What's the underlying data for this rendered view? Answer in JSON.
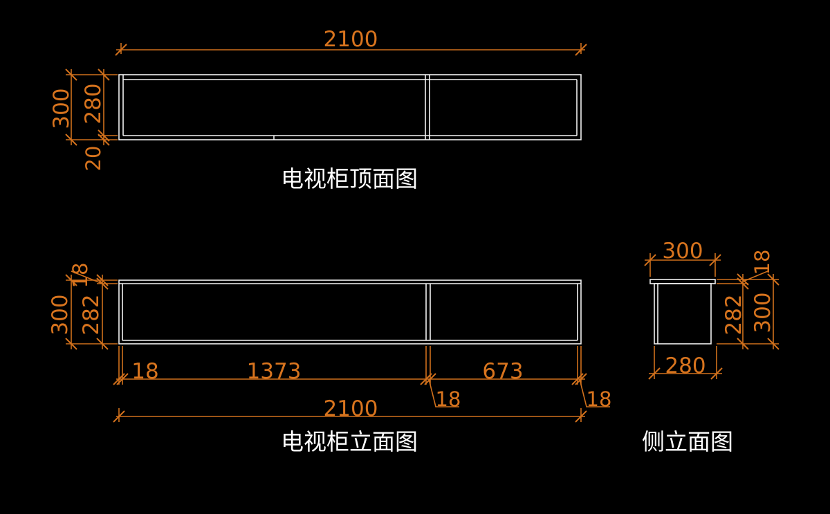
{
  "colors": {
    "background": "#000000",
    "dimension": "#d0701c",
    "outline": "#f2f2f2",
    "caption": "#ffffff"
  },
  "top_view": {
    "caption": "电视柜顶面图",
    "width": "2100",
    "depth_total": "300",
    "depth_inner": "280",
    "back_panel": "20"
  },
  "front_view": {
    "caption": "电视柜立面图",
    "height_total": "300",
    "height_inner": "282",
    "top_panel": "18",
    "left_panel": "18",
    "left_bay": "1373",
    "divider": "18",
    "right_bay": "673",
    "right_panel": "18",
    "width": "2100"
  },
  "side_view": {
    "caption": "侧立面图",
    "depth_top": "300",
    "depth_bottom": "280",
    "top_panel": "18",
    "height_inner": "282",
    "height_total": "300"
  }
}
